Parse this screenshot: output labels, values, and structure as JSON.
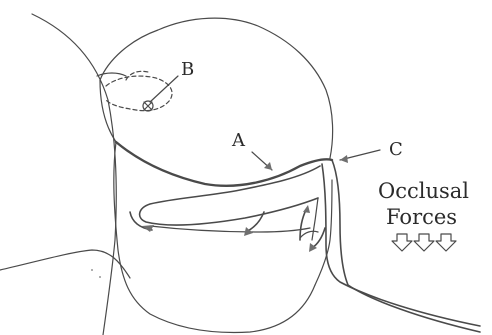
{
  "labels": {
    "a": "A",
    "b": "B",
    "c": "C",
    "occlusal_line1": "Occlusal",
    "occlusal_line2": "Forces"
  }
}
